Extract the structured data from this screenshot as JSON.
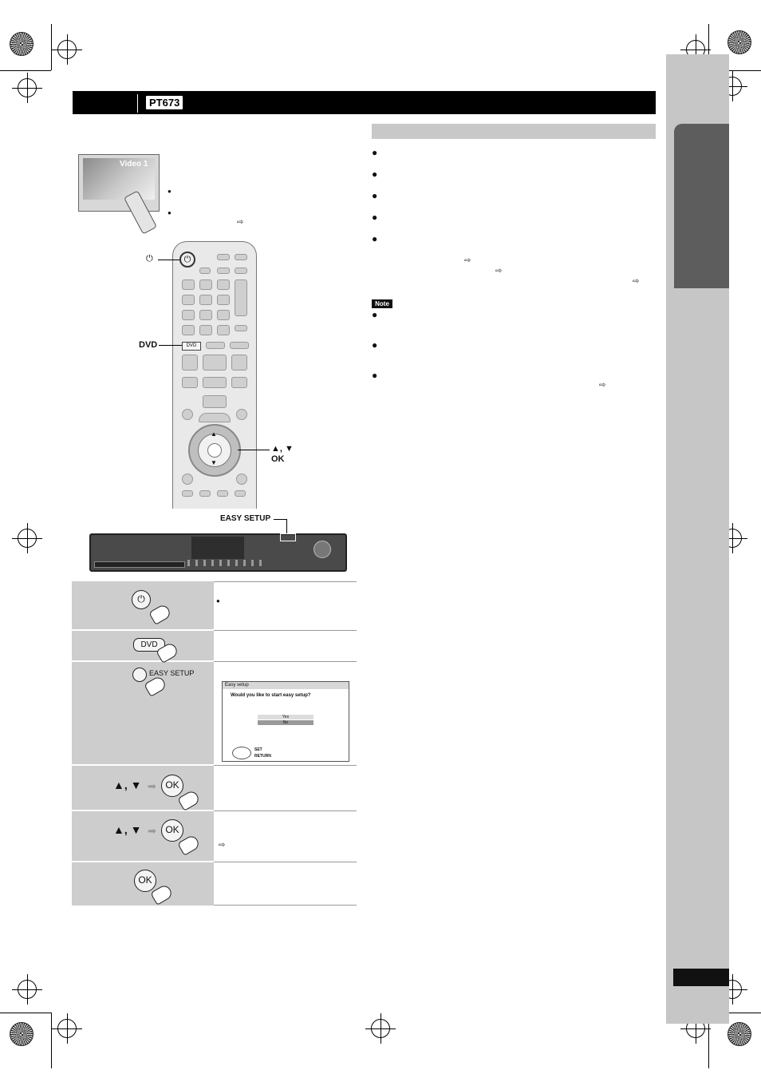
{
  "header": {
    "model_badge": "PT673"
  },
  "tv": {
    "label": "Video 1"
  },
  "remote": {
    "power_icon": "⏻",
    "dvd_label": "DVD",
    "dvd_button_text": "DVD",
    "nav_label_arrows": "▲, ▼",
    "nav_label_ok": "OK"
  },
  "unit": {
    "easy_setup_label": "EASY SETUP"
  },
  "steps": {
    "s2_button": "DVD",
    "s3_button": "EASY SETUP",
    "s4_keys": "▲, ▼",
    "s4_ok": "OK",
    "s5_keys": "▲, ▼",
    "s5_ok": "OK",
    "s6_ok": "OK"
  },
  "dialog": {
    "title": "Easy setup",
    "question": "Would you like to start easy setup?",
    "yes": "Yes",
    "no": "No",
    "set": "SET",
    "return": "RETURN"
  },
  "note_label": "Note",
  "glyphs": {
    "bullet": "●",
    "ref_arrow": "⇨",
    "step_arrow": "➡"
  }
}
